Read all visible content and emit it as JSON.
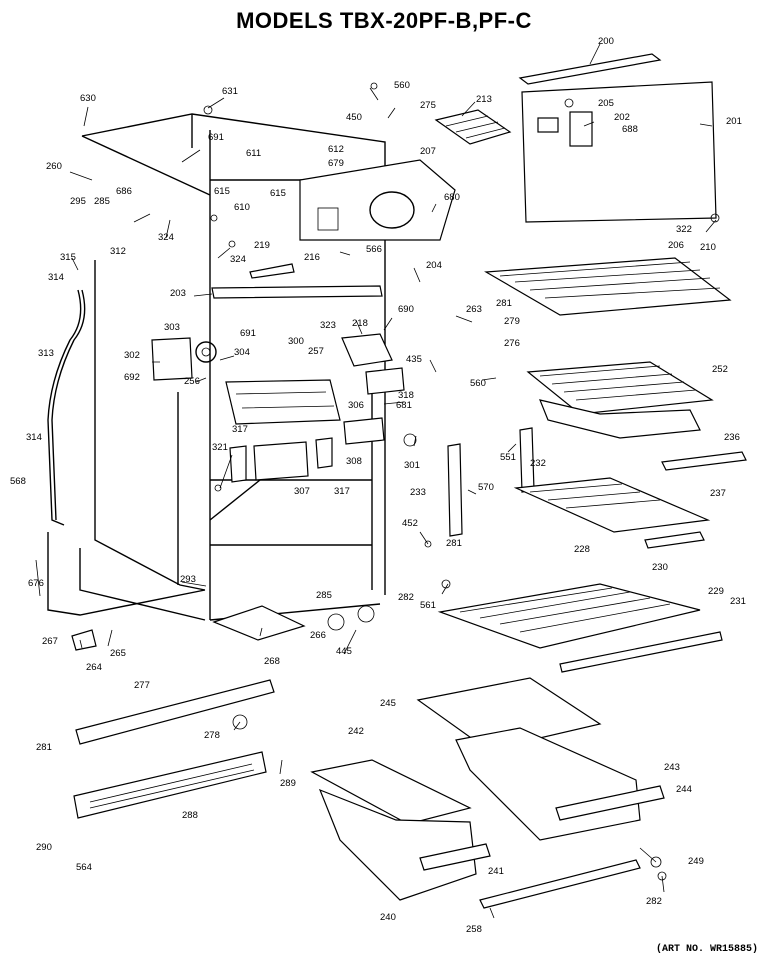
{
  "title": "MODELS TBX-20PF-B,PF-C",
  "art_number": "(ART NO. WR15885)",
  "part_labels": [
    {
      "id": "200"
    },
    {
      "id": "631"
    },
    {
      "id": "560"
    },
    {
      "id": "630"
    },
    {
      "id": "450"
    },
    {
      "id": "275"
    },
    {
      "id": "213"
    },
    {
      "id": "205"
    },
    {
      "id": "202"
    },
    {
      "id": "688"
    },
    {
      "id": "201"
    },
    {
      "id": "691a",
      "text": "691"
    },
    {
      "id": "611"
    },
    {
      "id": "612"
    },
    {
      "id": "679"
    },
    {
      "id": "207"
    },
    {
      "id": "260"
    },
    {
      "id": "686"
    },
    {
      "id": "615a",
      "text": "615"
    },
    {
      "id": "615b",
      "text": "615"
    },
    {
      "id": "610"
    },
    {
      "id": "295"
    },
    {
      "id": "285a",
      "text": "285"
    },
    {
      "id": "324a",
      "text": "324"
    },
    {
      "id": "680"
    },
    {
      "id": "322"
    },
    {
      "id": "206"
    },
    {
      "id": "210"
    },
    {
      "id": "324b",
      "text": "324"
    },
    {
      "id": "219"
    },
    {
      "id": "216"
    },
    {
      "id": "566"
    },
    {
      "id": "315"
    },
    {
      "id": "312"
    },
    {
      "id": "314a",
      "text": "314"
    },
    {
      "id": "204"
    },
    {
      "id": "203"
    },
    {
      "id": "218"
    },
    {
      "id": "263"
    },
    {
      "id": "281a",
      "text": "281"
    },
    {
      "id": "690"
    },
    {
      "id": "279"
    },
    {
      "id": "323"
    },
    {
      "id": "303"
    },
    {
      "id": "691b",
      "text": "691"
    },
    {
      "id": "300"
    },
    {
      "id": "257"
    },
    {
      "id": "276"
    },
    {
      "id": "313"
    },
    {
      "id": "302"
    },
    {
      "id": "304"
    },
    {
      "id": "435"
    },
    {
      "id": "692"
    },
    {
      "id": "256"
    },
    {
      "id": "560b",
      "text": "560"
    },
    {
      "id": "252"
    },
    {
      "id": "306"
    },
    {
      "id": "681"
    },
    {
      "id": "318"
    },
    {
      "id": "317a",
      "text": "317"
    },
    {
      "id": "236"
    },
    {
      "id": "314b",
      "text": "314"
    },
    {
      "id": "321"
    },
    {
      "id": "308"
    },
    {
      "id": "301"
    },
    {
      "id": "551"
    },
    {
      "id": "568"
    },
    {
      "id": "232"
    },
    {
      "id": "307"
    },
    {
      "id": "317b",
      "text": "317"
    },
    {
      "id": "570"
    },
    {
      "id": "237"
    },
    {
      "id": "233"
    },
    {
      "id": "452"
    },
    {
      "id": "281b",
      "text": "281"
    },
    {
      "id": "228"
    },
    {
      "id": "230"
    },
    {
      "id": "676"
    },
    {
      "id": "293"
    },
    {
      "id": "282a",
      "text": "282"
    },
    {
      "id": "561"
    },
    {
      "id": "229"
    },
    {
      "id": "231"
    },
    {
      "id": "285b",
      "text": "285"
    },
    {
      "id": "267"
    },
    {
      "id": "266"
    },
    {
      "id": "445"
    },
    {
      "id": "264"
    },
    {
      "id": "265"
    },
    {
      "id": "268"
    },
    {
      "id": "277"
    },
    {
      "id": "245"
    },
    {
      "id": "278"
    },
    {
      "id": "242"
    },
    {
      "id": "281c",
      "text": "281"
    },
    {
      "id": "289"
    },
    {
      "id": "243"
    },
    {
      "id": "288"
    },
    {
      "id": "244"
    },
    {
      "id": "290"
    },
    {
      "id": "241"
    },
    {
      "id": "564"
    },
    {
      "id": "249"
    },
    {
      "id": "240"
    },
    {
      "id": "282b",
      "text": "282"
    },
    {
      "id": "258"
    }
  ]
}
